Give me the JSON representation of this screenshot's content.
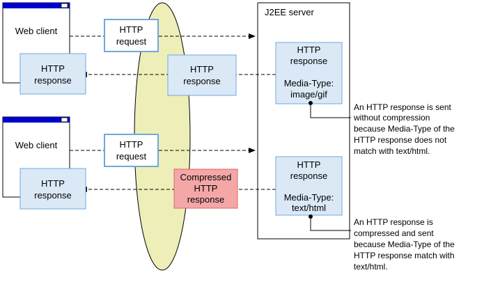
{
  "colors": {
    "box_fill": "#dbe9f7",
    "box_stroke": "#6fa8dc",
    "compressed_fill": "#f4a7a7",
    "compressed_stroke": "#e06666",
    "ellipse_fill": "#eeeeb8",
    "window_titlebar": "#0000cc",
    "line": "#000000"
  },
  "server": {
    "title": "J2EE server"
  },
  "top": {
    "client_label": "Web client",
    "request": [
      "HTTP",
      "request"
    ],
    "client_response": [
      "HTTP",
      "response"
    ],
    "mid_response": [
      "HTTP",
      "response"
    ],
    "server_response": [
      "HTTP",
      "response",
      "",
      "Media-Type:",
      "image/gif"
    ],
    "annotation": [
      "An HTTP response is sent",
      "without compression",
      "because Media-Type of the",
      "HTTP response does not",
      "match with text/html."
    ]
  },
  "bottom": {
    "client_label": "Web client",
    "request": [
      "HTTP",
      "request"
    ],
    "client_response": [
      "HTTP",
      "response"
    ],
    "mid_response": [
      "Compressed",
      "HTTP",
      "response"
    ],
    "server_response": [
      "HTTP",
      "response",
      "",
      "Media-Type:",
      "text/html"
    ],
    "annotation": [
      "An HTTP response is",
      "compressed and sent",
      "because Media-Type of the",
      "HTTP response match with",
      "text/html."
    ]
  }
}
